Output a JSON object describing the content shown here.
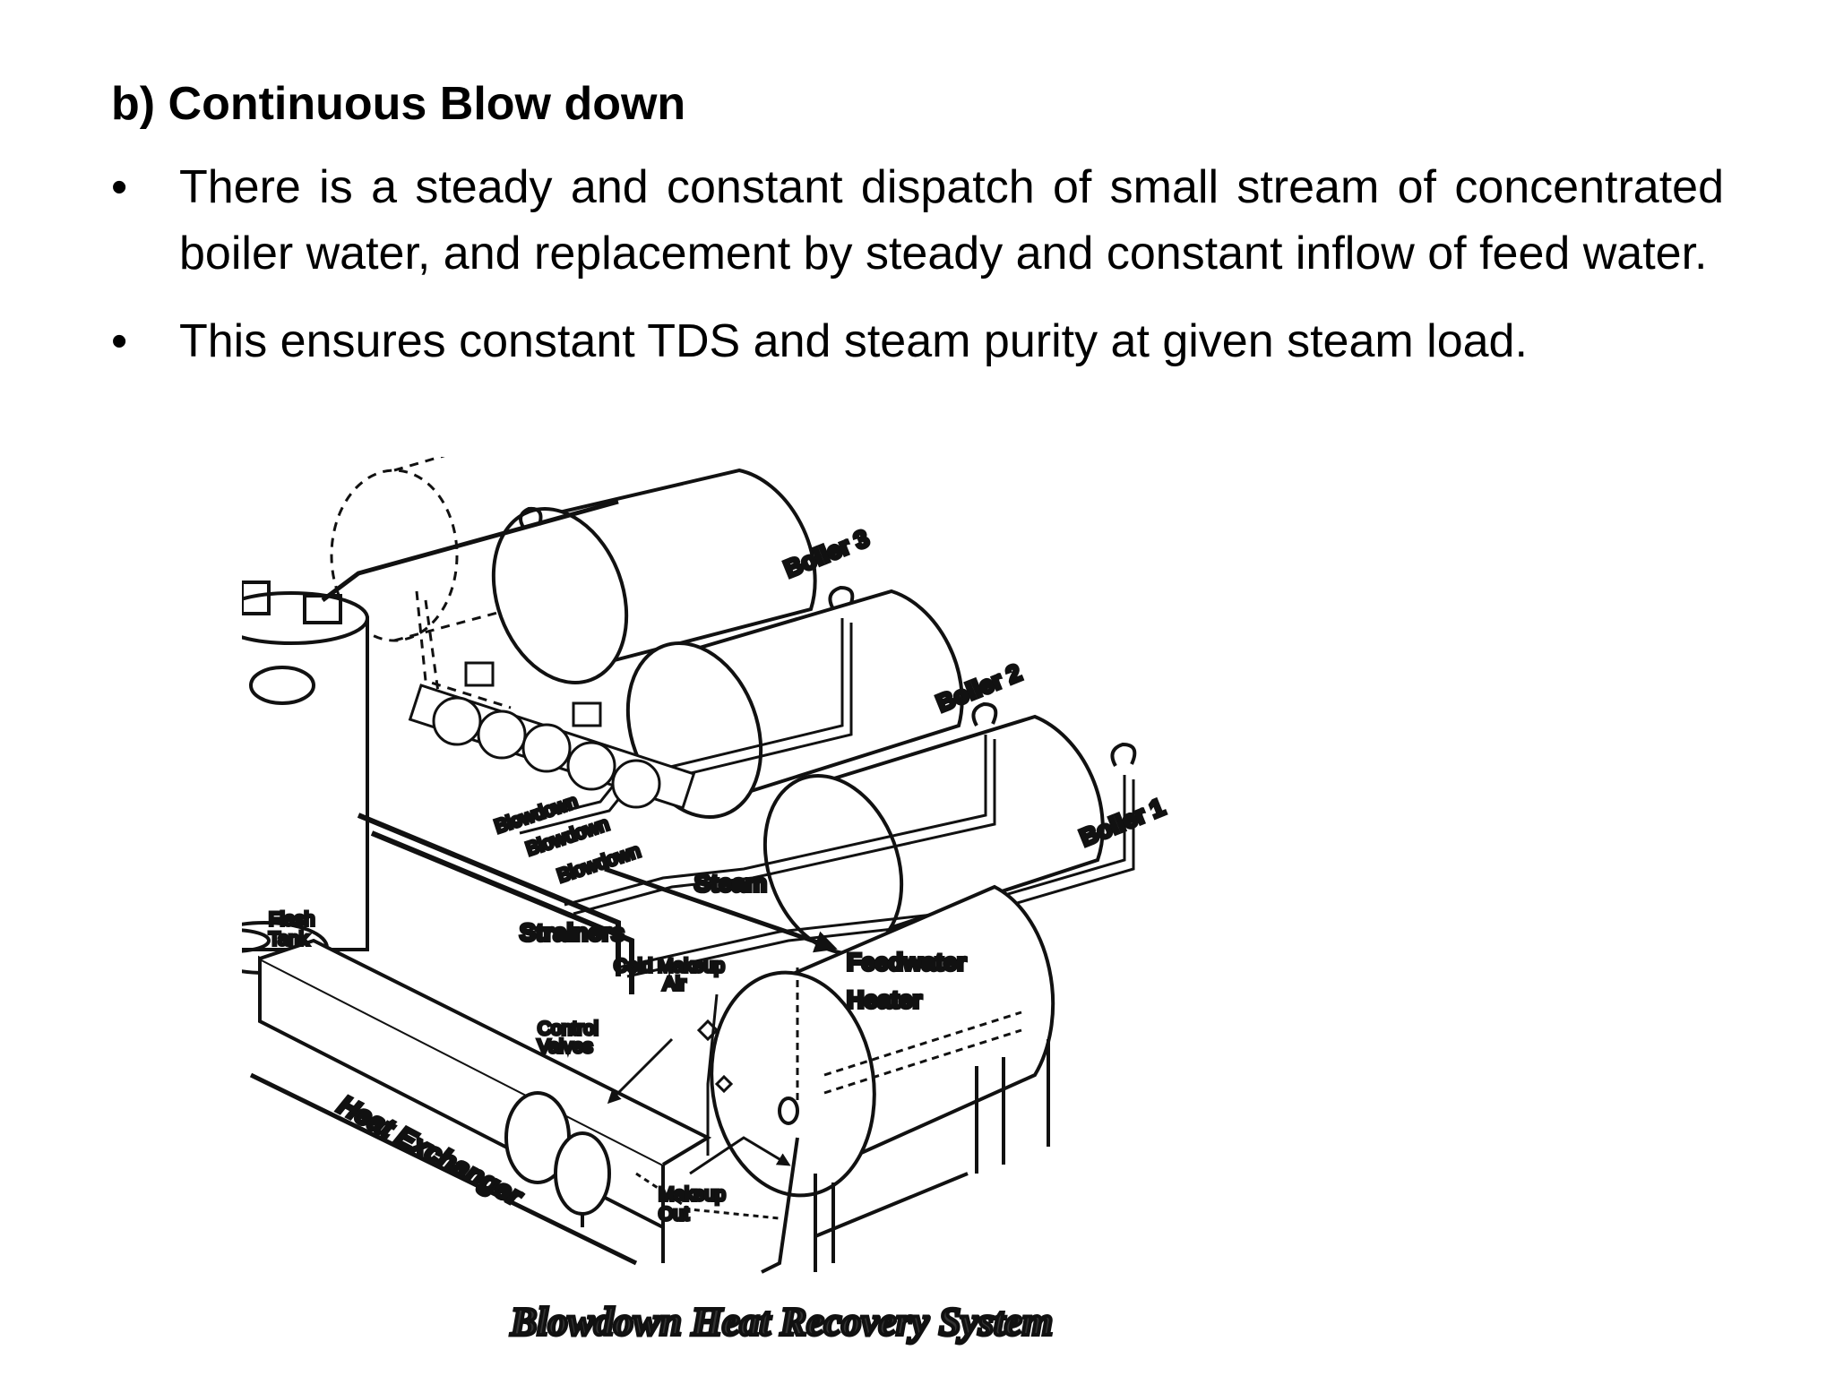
{
  "slide": {
    "title": "b) Continuous Blow down",
    "bullet_symbol": "•",
    "bullets": [
      "There is a steady and constant dispatch of small stream of concentrated boiler water, and replacement by steady and constant inflow of feed water.",
      "This ensures constant TDS and steam purity at given steam load."
    ]
  },
  "diagram": {
    "labels": {
      "boiler_3": "Boiler 3",
      "boiler_2": "Boiler 2",
      "boiler_1": "Boiler 1",
      "blowdown_1": "Blowdown",
      "blowdown_2": "Blowdown",
      "blowdown_3": "Blowdown",
      "flash_tank_1": "Flash",
      "flash_tank_2": "Tank",
      "steam": "Steam",
      "strainers": "Strainers",
      "cold_makeup_1": "Cold Makeup",
      "cold_makeup_2": "Air",
      "control_valves_1": "Control",
      "control_valves_2": "Valves",
      "feedwater_heater_1": "Feedwater",
      "feedwater_heater_2": "Heater",
      "heat_exchanger": "Heat Exchanger",
      "makeup_out_1": "Makeup",
      "makeup_out_2": "Out"
    },
    "caption": "Blowdown Heat Recovery System"
  }
}
